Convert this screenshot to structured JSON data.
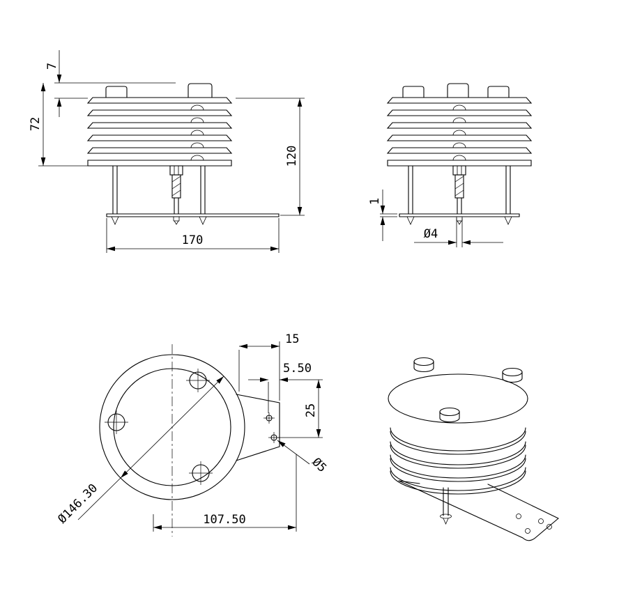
{
  "front_view": {
    "dims": {
      "cap_height": "7",
      "louver_stack_height": "72",
      "overall_height": "120",
      "base_width": "170"
    }
  },
  "side_view": {
    "dims": {
      "base_thickness": "1",
      "center_hole_dia": "Ø4"
    }
  },
  "bottom_view": {
    "dims": {
      "tab_width": "15",
      "hole_edge_offset": "5.50",
      "hole_spacing": "25",
      "tab_hole_dia": "Ø5",
      "outer_dia": "Ø146.30",
      "center_to_tab": "107.50"
    }
  }
}
